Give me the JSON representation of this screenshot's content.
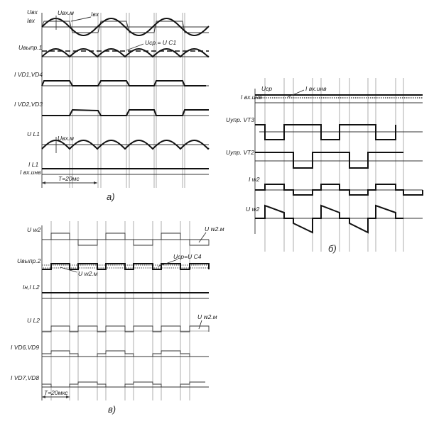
{
  "panel_a": {
    "caption": "а)",
    "labels": {
      "u_in": "Uвх",
      "i_in": "Iвх",
      "u_in_m": "Uвх.м",
      "i_in_note": "Iвх",
      "u_rect1": "Uвыпр.1",
      "u_avg_c1": "Ucp.= U C1",
      "i_vd14": "I VD1,VD4",
      "i_vd23": "I VD2,VD3",
      "u_l1": "U L1",
      "u_in_m2": "Uвх.м",
      "i_l1": "I L1",
      "i_in_inv": "I вх.инв",
      "period": "T=20мс"
    }
  },
  "panel_b": {
    "caption": "б)",
    "labels": {
      "u_avg": "Ucp",
      "i_in_inv": "I вх.инв",
      "i_in_inv_note": "I вх.инв",
      "u_ctrl_vt3": "Uупр. VT3",
      "u_ctrl_vt2": "Uупр. VT2",
      "i_w2": "I w2",
      "u_w2": "U w2"
    }
  },
  "panel_v": {
    "caption": "в)",
    "labels": {
      "u_w2": "U w2",
      "u_w2_m": "U w2.м",
      "u_rect2": "Uвыпр.2",
      "u_avg_c4": "Ucp=U C4",
      "u_w2_m2": "U w2.м",
      "i_load": "Iн,I L2",
      "u_l2": "U L2",
      "u_w2_m3": "U w2.м",
      "i_vd69": "I VD6,VD9",
      "i_vd78": "I VD7,VD8",
      "period": "T=20мкс"
    }
  }
}
